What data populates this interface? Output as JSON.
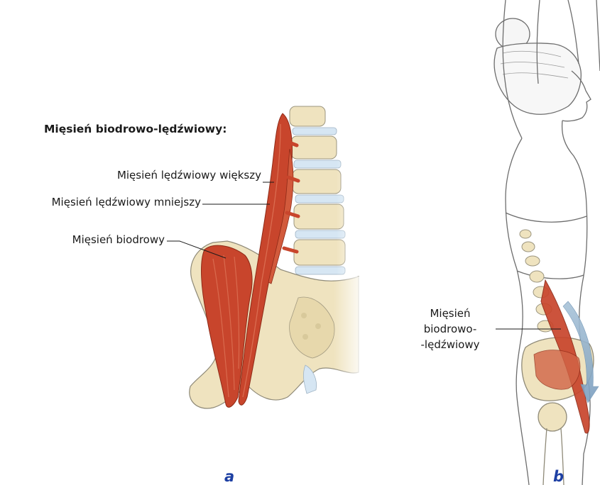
{
  "panel_a": {
    "title": "Mięsień biodrowo-lędźwiowy:",
    "labels": {
      "psoas_major": "Mięsień lędźwiowy większy",
      "psoas_minor": "Mięsień lędźwiowy mniejszy",
      "iliacus": "Mięsień biodrowy"
    },
    "panel_letter": "a"
  },
  "panel_b": {
    "label_lines": [
      "Mięsień",
      "biodrowo-",
      "-lędźwiowy"
    ],
    "panel_letter": "b"
  },
  "colors": {
    "muscle": "#c8452c",
    "muscle_light": "#e07a5c",
    "bone": "#efe3bf",
    "bone_outline": "#8f8a78",
    "disc": "#d6e6f3",
    "arrow": "#8fb0cc",
    "panel_letter": "#1d3fa3"
  }
}
